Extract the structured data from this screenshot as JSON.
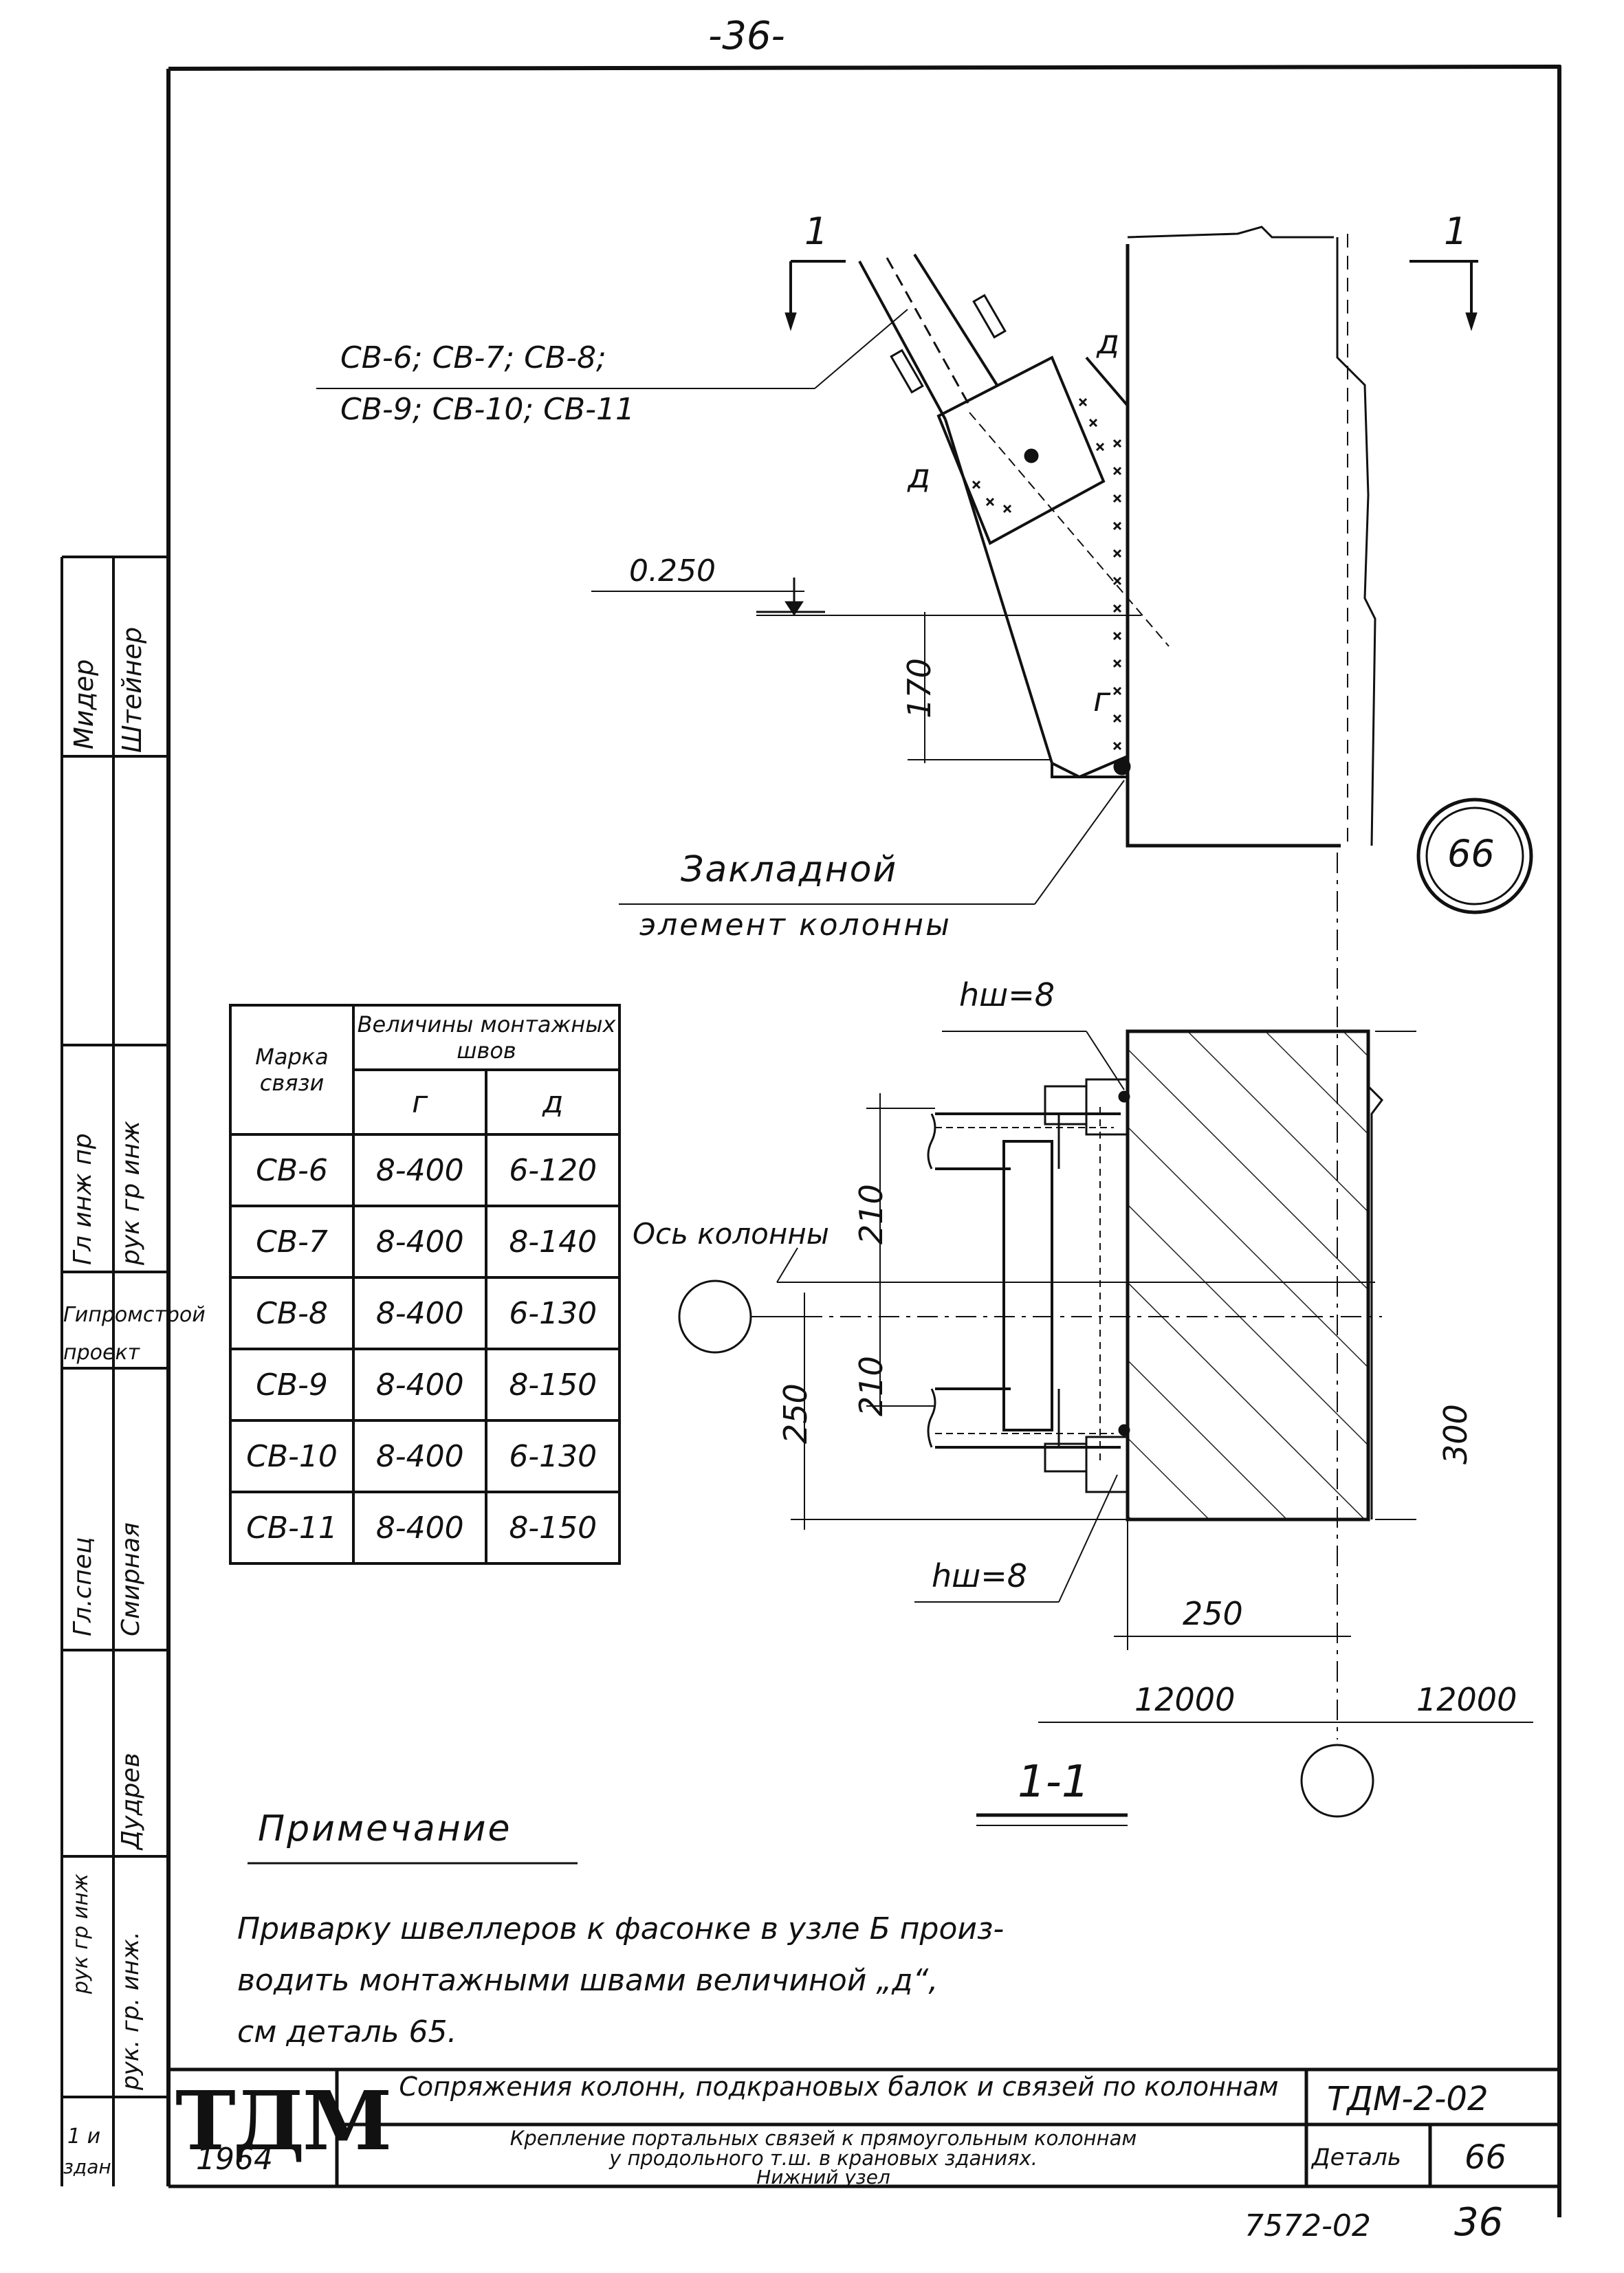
{
  "page_number": "-36-",
  "section_mark": "1",
  "detail_number": "66",
  "bond_list_line1": "СВ-6; СВ-7; СВ-8;",
  "bond_list_line2": "СВ-9; СВ-10; СВ-11",
  "weld_d": "д",
  "weld_g": "г",
  "level_mark": "0.250",
  "dim_170": "170",
  "embedded_label_line1": "Закладной",
  "embedded_label_line2": "элемент колонны",
  "weld_height_top": "hш=8",
  "weld_height_bottom": "hш=8",
  "column_axis_label": "Ось колонны",
  "dim_210_top": "210",
  "dim_210_bottom": "210",
  "dim_250_left": "250",
  "dim_300": "300",
  "dim_250_bottom": "250",
  "dim_12000_left": "12000",
  "dim_12000_right": "12000",
  "section_title": "1-1",
  "table": {
    "col_mark": "Марка связи",
    "col_group": "Величины монтажных швов",
    "col_g": "г",
    "col_d": "д",
    "rows": [
      {
        "mark": "СВ-6",
        "g": "8-400",
        "d": "6-120"
      },
      {
        "mark": "СВ-7",
        "g": "8-400",
        "d": "8-140"
      },
      {
        "mark": "СВ-8",
        "g": "8-400",
        "d": "6-130"
      },
      {
        "mark": "СВ-9",
        "g": "8-400",
        "d": "8-150"
      },
      {
        "mark": "СВ-10",
        "g": "8-400",
        "d": "6-130"
      },
      {
        "mark": "СВ-11",
        "g": "8-400",
        "d": "8-150"
      }
    ]
  },
  "note_heading": "Примечание",
  "note_line1": "Приварку швеллеров к фасонке в узле Б произ-",
  "note_line2": "водить монтажными швами величиной „д“,",
  "note_line3": "см деталь 65.",
  "stamp": {
    "logo": "ТДМ",
    "year": "1964",
    "title": "Сопряжения колонн, подкрановых балок и связей по колоннам",
    "code": "ТДМ-2-02",
    "subtitle_line1": "Крепление портальных связей к прямоугольным колоннам",
    "subtitle_line2": "у продольного т.ш. в крановых зданиях.",
    "subtitle_line3": "Нижний узел",
    "detail_label": "Деталь",
    "detail_value": "66"
  },
  "sheet_code": "7572-02",
  "sheet_number": "36",
  "side_strip": {
    "texts": [
      "Мидер",
      "Штейнер",
      "Гл инж пр",
      "рук гр инж",
      "Гипромстрой",
      "проект",
      "Гл.спец",
      "Смирная",
      "рук. гр. инж.",
      "Дудрев",
      "рук гр инж",
      "1 и",
      "здан."
    ]
  }
}
